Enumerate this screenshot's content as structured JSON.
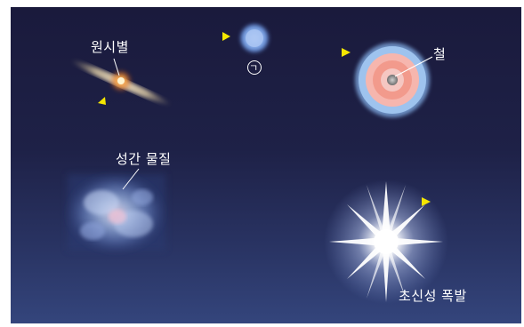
{
  "labels": {
    "protostar": "원시별",
    "unknown_marker": "ㄱ",
    "iron": "철",
    "interstellar_matter": "성간 물질",
    "supernova": "초신성 폭발"
  },
  "colors": {
    "background_top": "#1a1a3c",
    "background_bottom": "#34457c",
    "arrow": "#f5e600",
    "protostar_core": "#f07a20",
    "star_blue": "#8fb4ee",
    "iron_core": "#8a8a8a"
  }
}
